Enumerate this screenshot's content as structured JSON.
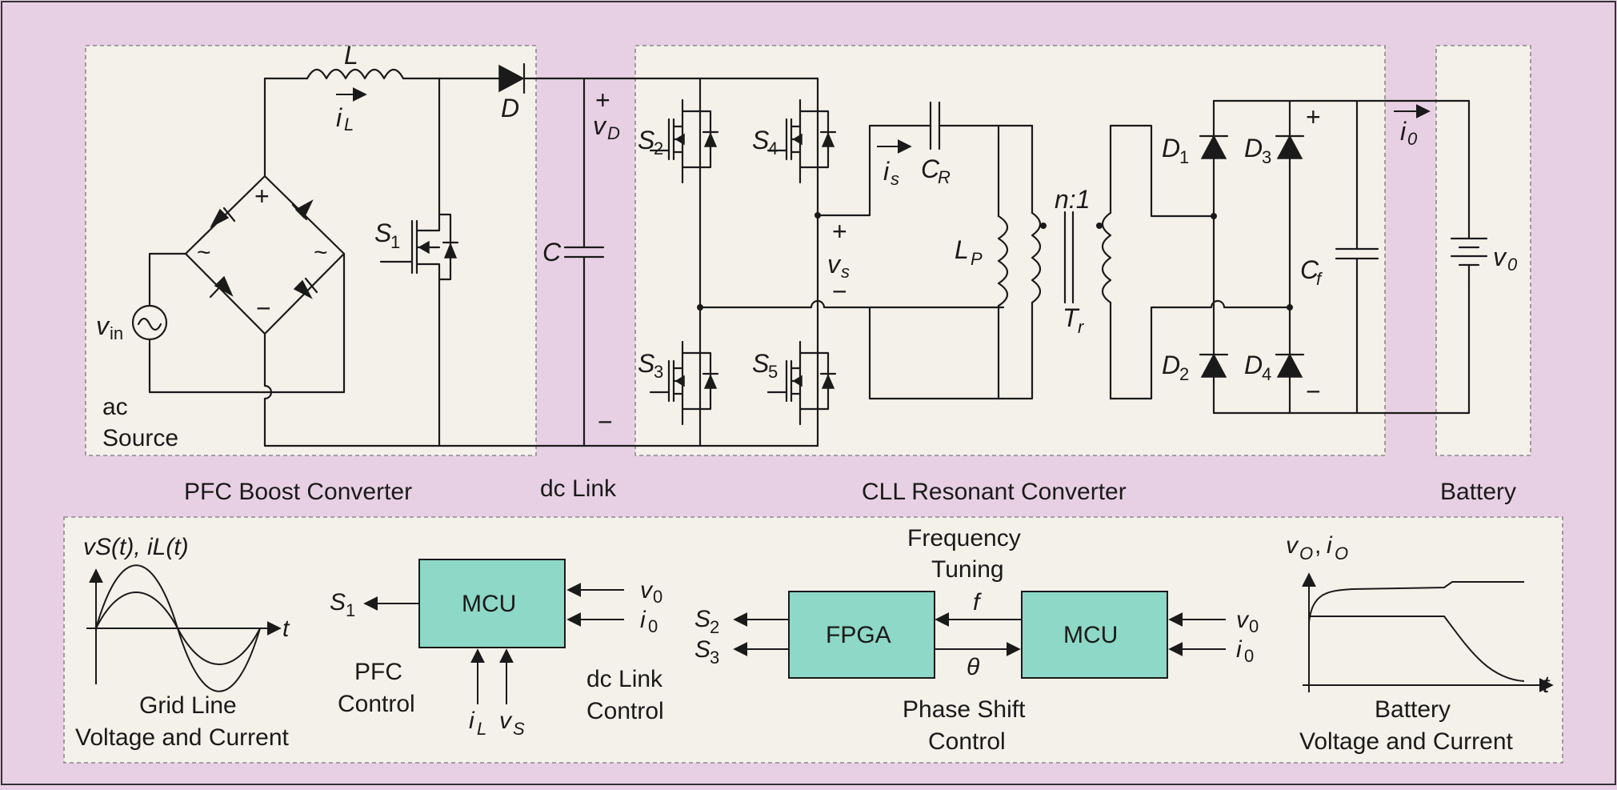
{
  "colors": {
    "background": "#e8d0e4",
    "panel": "#f4f1ea",
    "block_fill": "#8dd8c6",
    "line": "#1a1a1a"
  },
  "sections": {
    "pfc": "PFC Boost Converter",
    "dclink": "dc Link",
    "cll": "CLL Resonant Converter",
    "battery": "Battery"
  },
  "source": {
    "line1": "ac",
    "line2": "Source"
  },
  "components": {
    "L": "L",
    "iL": "i",
    "iL_sub": "L",
    "D": "D",
    "vD": "v",
    "vD_sub": "D",
    "S1": "S",
    "S1_sub": "1",
    "vin": "v",
    "vin_sub": "in",
    "C": "C",
    "S2": "S",
    "S2_sub": "2",
    "S3": "S",
    "S3_sub": "3",
    "S4": "S",
    "S4_sub": "4",
    "S5": "S",
    "S5_sub": "5",
    "is": "i",
    "is_sub": "s",
    "CR": "C",
    "CR_sub": "R",
    "vs": "v",
    "vs_sub": "s",
    "LP": "L",
    "LP_sub": "P",
    "ratio": "n:1",
    "Tr": "T",
    "Tr_sub": "r",
    "D1": "D",
    "D1_sub": "1",
    "D2": "D",
    "D2_sub": "2",
    "D3": "D",
    "D3_sub": "3",
    "D4": "D",
    "D4_sub": "4",
    "Cf": "C",
    "Cf_sub": "f",
    "io": "i",
    "io_sub": "0",
    "vo": "v",
    "vo_sub": "0",
    "plus": "+",
    "minus": "−",
    "tilde": "~"
  },
  "control": {
    "grid_axis": "v",
    "grid_axis_title": "vS(t), iL(t)",
    "grid_caption_1": "Grid Line",
    "grid_caption_2": "Voltage and Current",
    "t": "t",
    "pfc_mcu": "MCU",
    "pfc_out": "S",
    "pfc_out_sub": "1",
    "pfc_in_v": "v",
    "pfc_in_v_sub": "0",
    "pfc_in_i": "i",
    "pfc_in_i_sub": "0",
    "pfc_in_iL": "i",
    "pfc_in_iL_sub": "L",
    "pfc_in_vS": "v",
    "pfc_in_vS_sub": "S",
    "pfc_caption_1": "PFC",
    "pfc_caption_2": "Control",
    "dc_caption_1": "dc Link",
    "dc_caption_2": "Control",
    "fpga": "FPGA",
    "mcu2": "MCU",
    "out_s2": "S",
    "out_s2_sub": "2",
    "out_s3": "S",
    "out_s3_sub": "3",
    "f": "f",
    "theta": "θ",
    "freq_1": "Frequency",
    "freq_2": "Tuning",
    "phase_1": "Phase Shift",
    "phase_2": "Control",
    "mcu2_in_v": "v",
    "mcu2_in_v_sub": "0",
    "mcu2_in_i": "i",
    "mcu2_in_i_sub": "0",
    "bat_axis_v": "v",
    "bat_axis_v_sub": "O",
    "bat_axis_i": "i",
    "bat_axis_i_sub": "O",
    "bat_caption_1": "Battery",
    "bat_caption_2": "Voltage and Current"
  }
}
